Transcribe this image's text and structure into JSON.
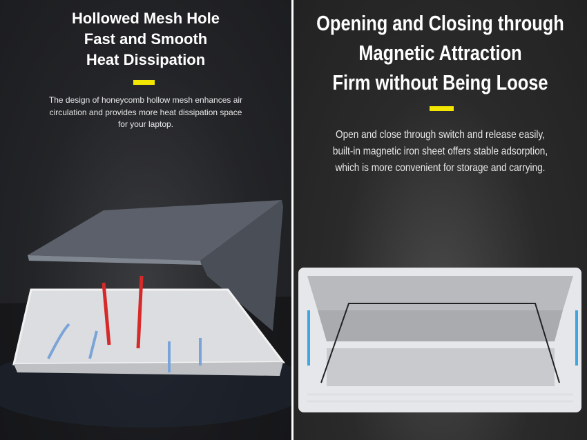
{
  "left_panel": {
    "title_lines": [
      "Hollowed Mesh Hole",
      "Fast and Smooth",
      "Heat Dissipation"
    ],
    "body_lines": [
      "The design of honeycomb hollow mesh enhances air",
      "circulation and provides more heat dissipation space",
      "for your laptop."
    ],
    "accent_color": "#f3e600"
  },
  "right_panel": {
    "title_lines": [
      "Opening and Closing through",
      "Magnetic Attraction",
      "Firm without Being Loose"
    ],
    "body_lines": [
      "Open and close through switch and release easily,",
      "built-in magnetic iron sheet offers stable adsorption,",
      "which is more convenient for storage and carrying."
    ],
    "accent_color": "#f3e600"
  }
}
